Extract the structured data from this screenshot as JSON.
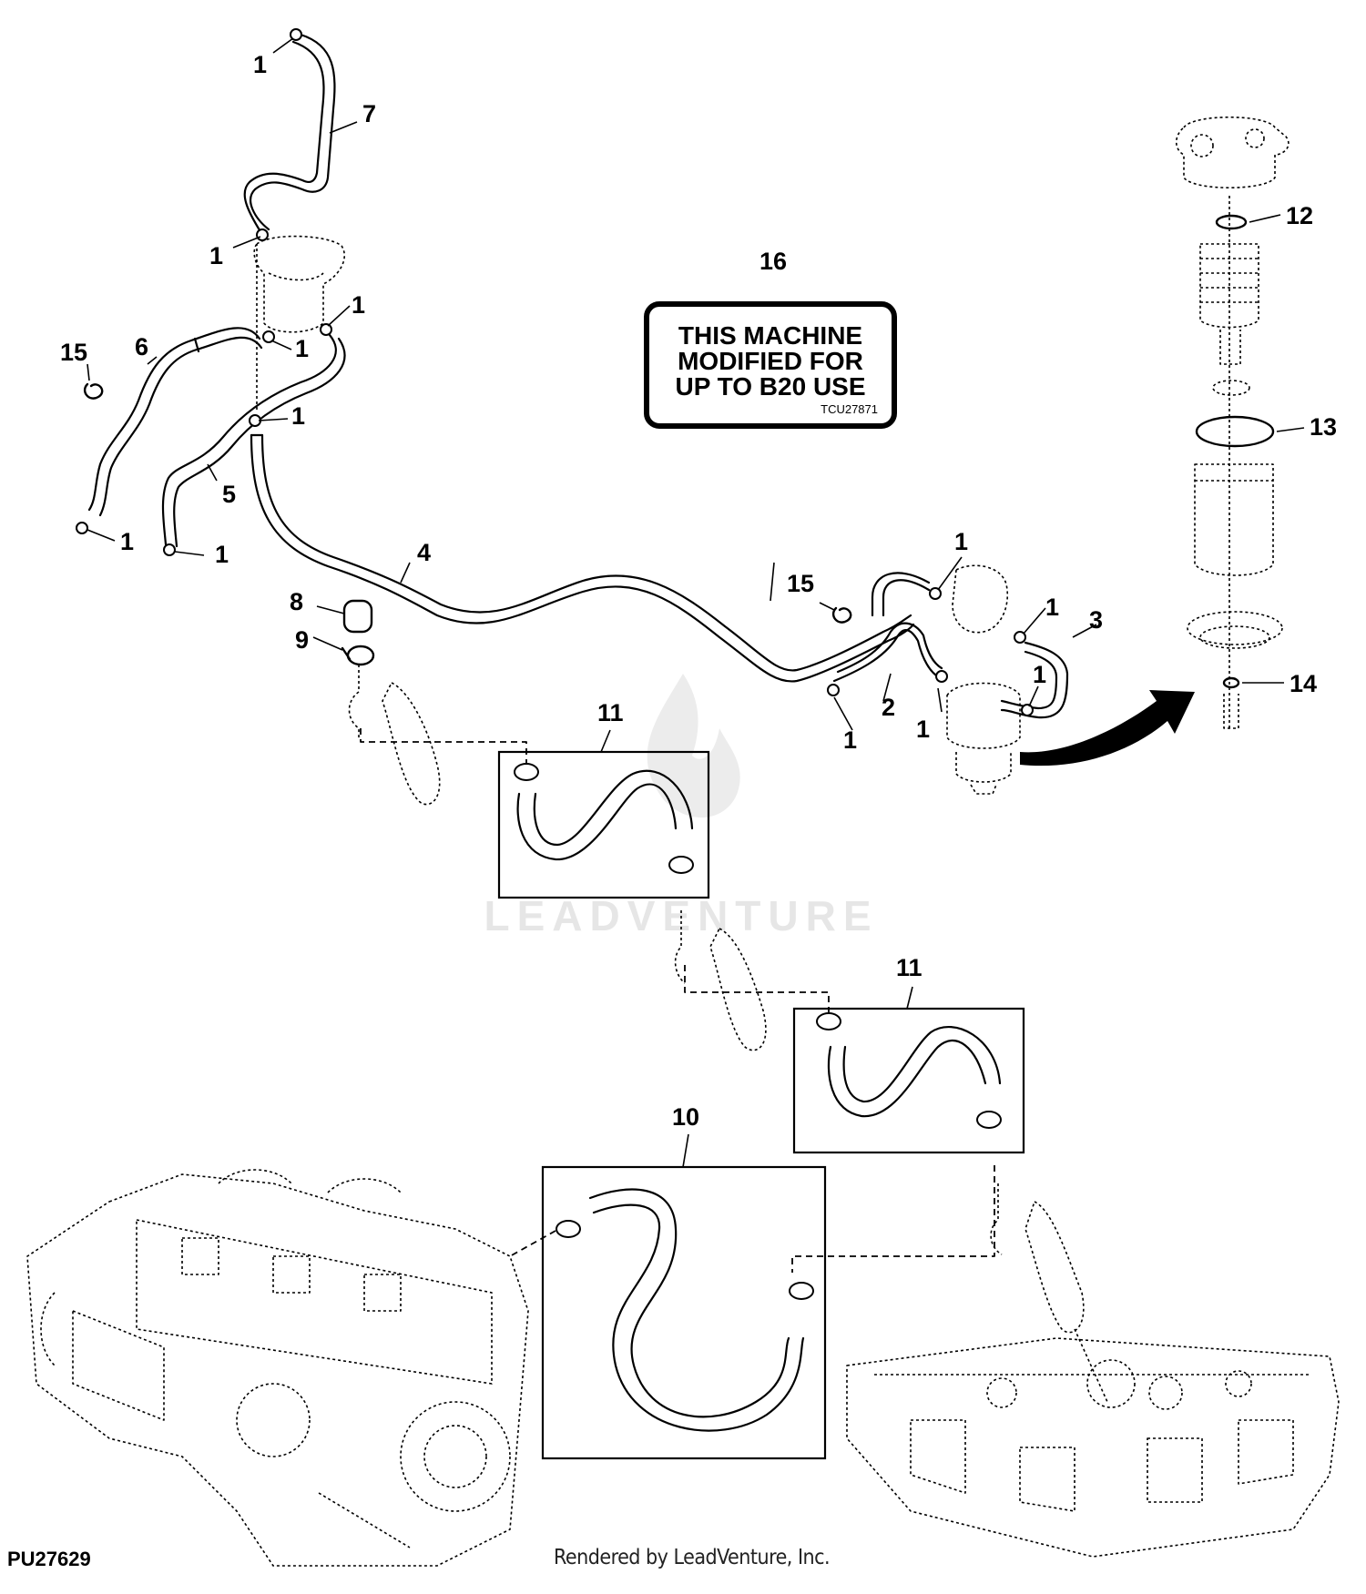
{
  "callouts": {
    "c1": "1",
    "c2": "2",
    "c3": "3",
    "c4": "4",
    "c5": "5",
    "c6": "6",
    "c7": "7",
    "c8": "8",
    "c9": "9",
    "c10": "10",
    "c11": "11",
    "c12": "12",
    "c13": "13",
    "c14": "14",
    "c15": "15",
    "c16": "16"
  },
  "decal": {
    "line1": "THIS MACHINE",
    "line2": "MODIFIED FOR",
    "line3": "UP TO B20 USE",
    "code": "TCU27871"
  },
  "watermark": {
    "text": "LEADVENTURE"
  },
  "footer": {
    "figure_id": "PU27629",
    "credit": "Rendered by LeadVenture, Inc."
  },
  "colors": {
    "line": "#000000",
    "background": "#ffffff",
    "watermark": "#e6e6e6"
  }
}
